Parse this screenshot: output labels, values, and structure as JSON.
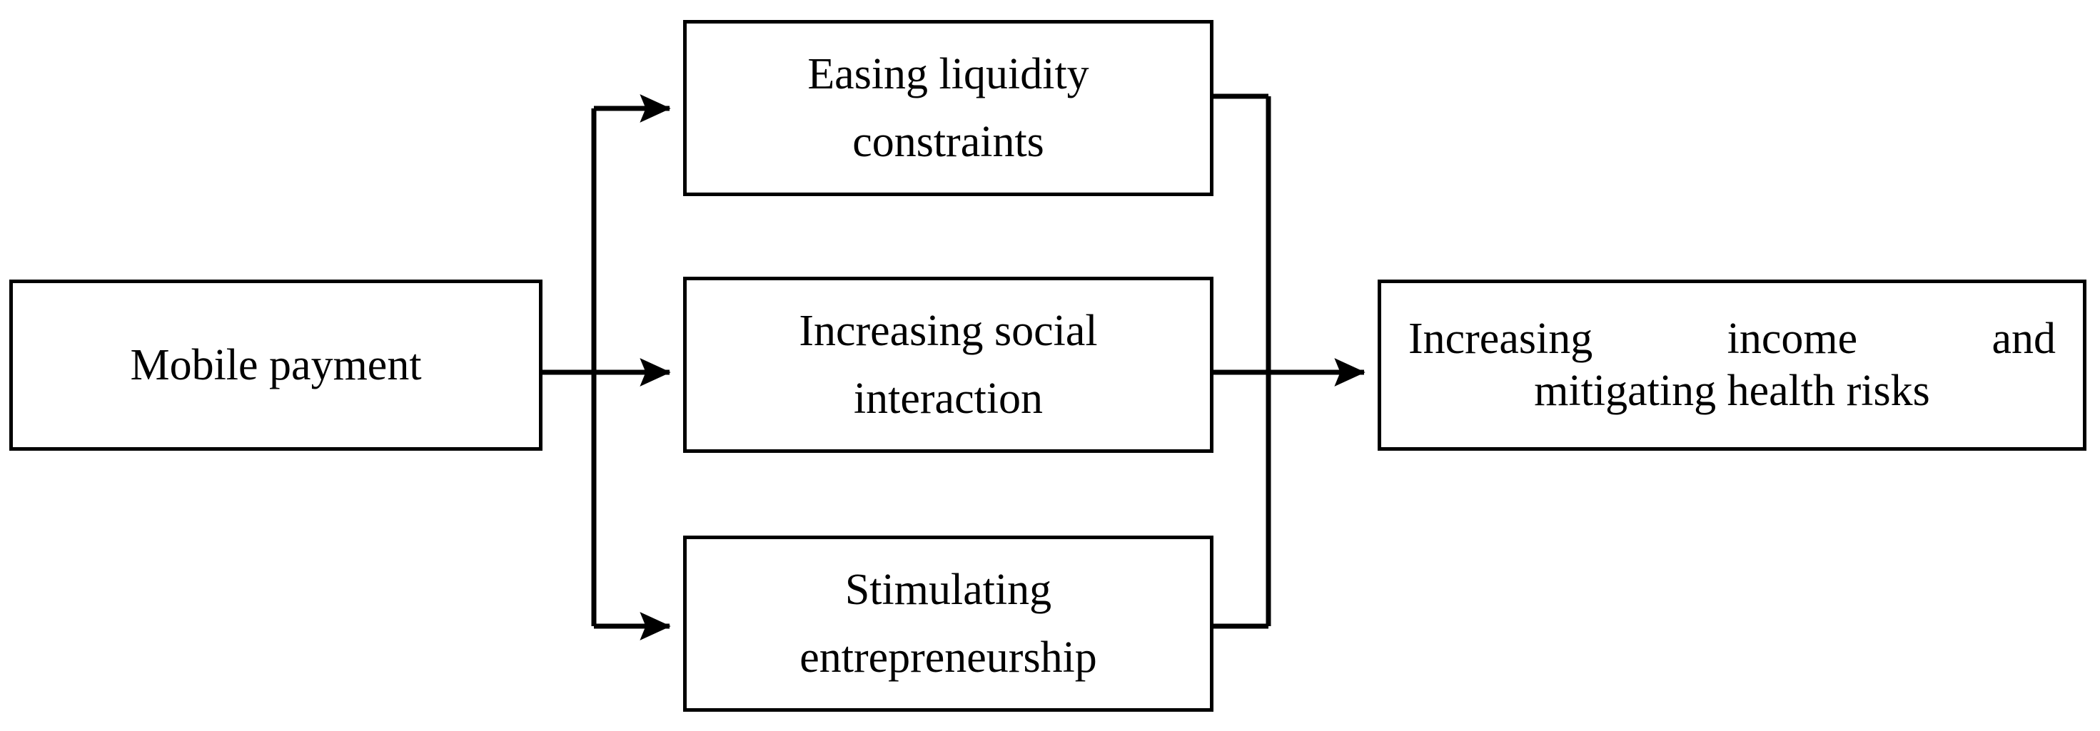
{
  "diagram": {
    "type": "flowchart",
    "orientation": "left-to-right",
    "background_color": "#ffffff",
    "line_color": "#000000",
    "text_color": "#000000",
    "source": {
      "id": "mobile-payment",
      "label": "Mobile payment"
    },
    "mechanisms": [
      {
        "id": "easing-liquidity-constraints",
        "line1": "Easing liquidity",
        "line2": "constraints",
        "label": "Easing liquidity constraints"
      },
      {
        "id": "increasing-social-interaction",
        "line1": "Increasing social",
        "line2": "interaction",
        "label": "Increasing social interaction"
      },
      {
        "id": "stimulating-entrepreneurship",
        "line1": "Stimulating",
        "line2": "entrepreneurship",
        "label": "Stimulating entrepreneurship"
      }
    ],
    "outcome": {
      "id": "increasing-income-mitigating-health-risks",
      "line1": "Increasing income and",
      "line2": "mitigating health risks",
      "label": "Increasing income and mitigating health risks"
    },
    "edges": [
      {
        "id": "edge-source-to-liquidity",
        "from": "mobile-payment",
        "to": "easing-liquidity-constraints",
        "arrowhead": true
      },
      {
        "id": "edge-source-to-social",
        "from": "mobile-payment",
        "to": "increasing-social-interaction",
        "arrowhead": true
      },
      {
        "id": "edge-source-to-entrepreneurship",
        "from": "mobile-payment",
        "to": "stimulating-entrepreneurship",
        "arrowhead": true
      },
      {
        "id": "edge-mechanisms-to-outcome",
        "from": "mechanisms",
        "to": "increasing-income-mitigating-health-risks",
        "arrowhead": true
      }
    ]
  }
}
